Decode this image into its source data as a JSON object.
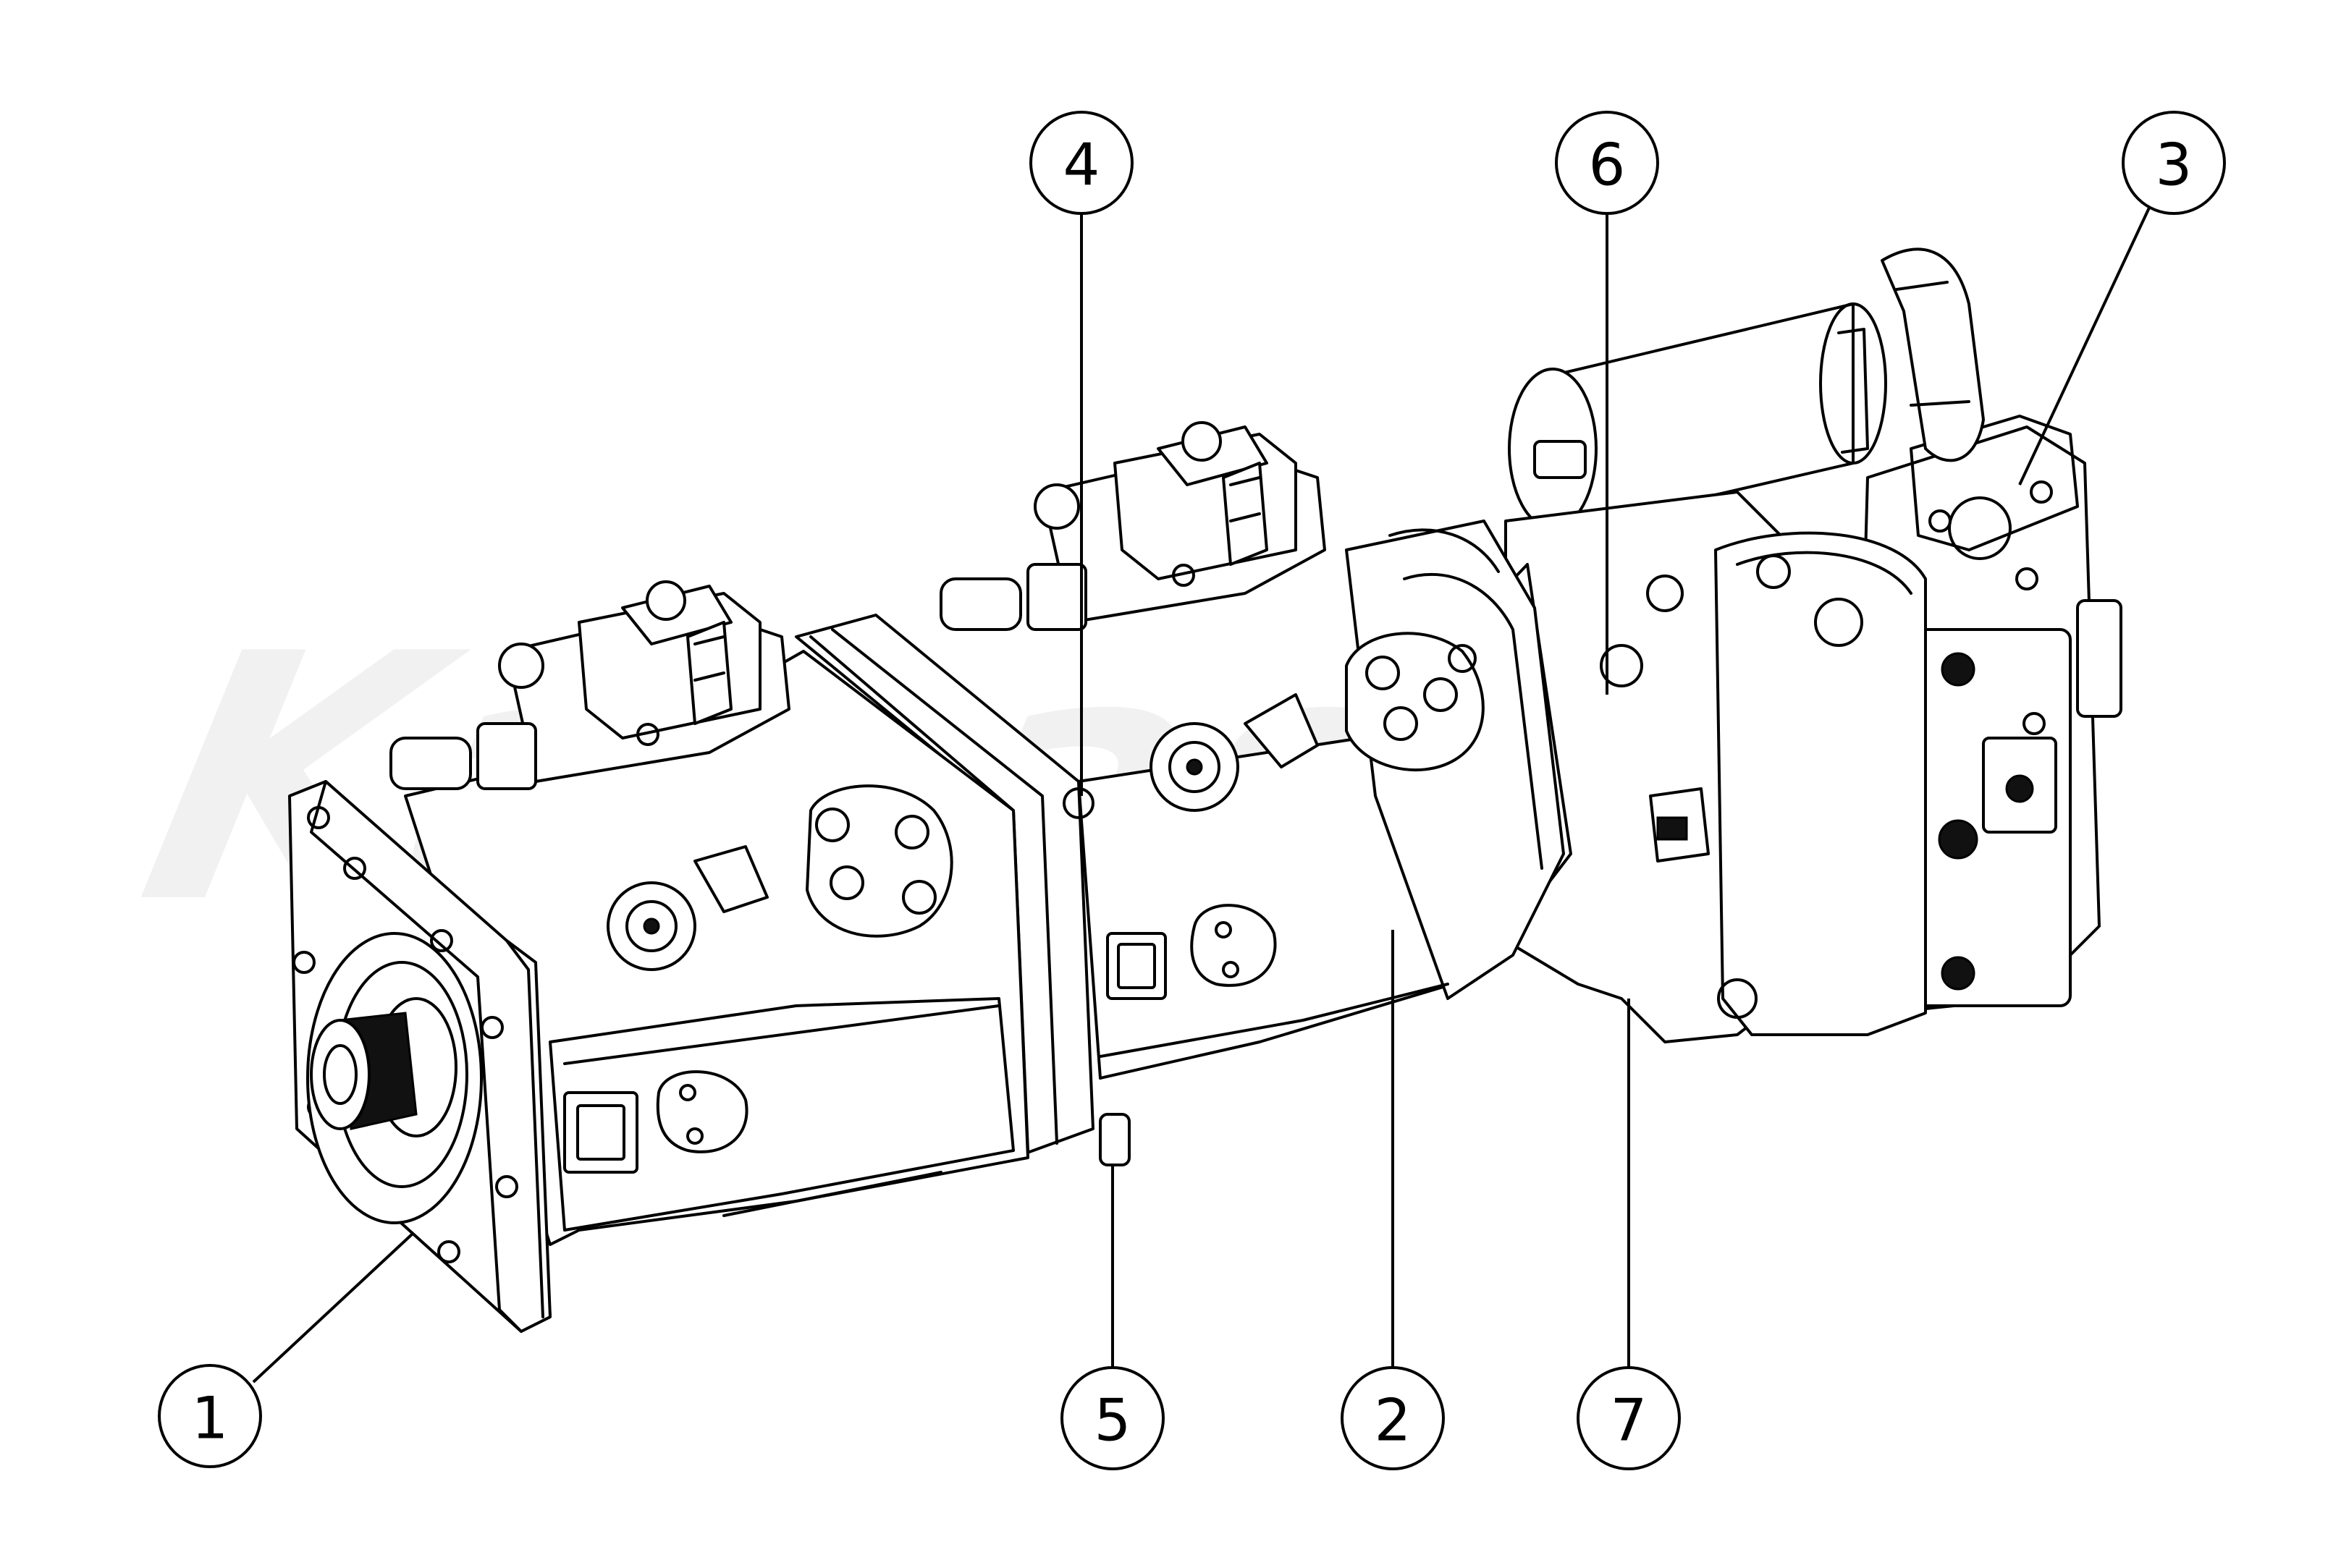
{
  "watermark": {
    "text": "Kawasaki"
  },
  "callouts": [
    {
      "id": "1",
      "label": "1"
    },
    {
      "id": "2",
      "label": "2"
    },
    {
      "id": "3",
      "label": "3"
    },
    {
      "id": "4",
      "label": "4"
    },
    {
      "id": "5",
      "label": "5"
    },
    {
      "id": "6",
      "label": "6"
    },
    {
      "id": "7",
      "label": "7"
    }
  ]
}
